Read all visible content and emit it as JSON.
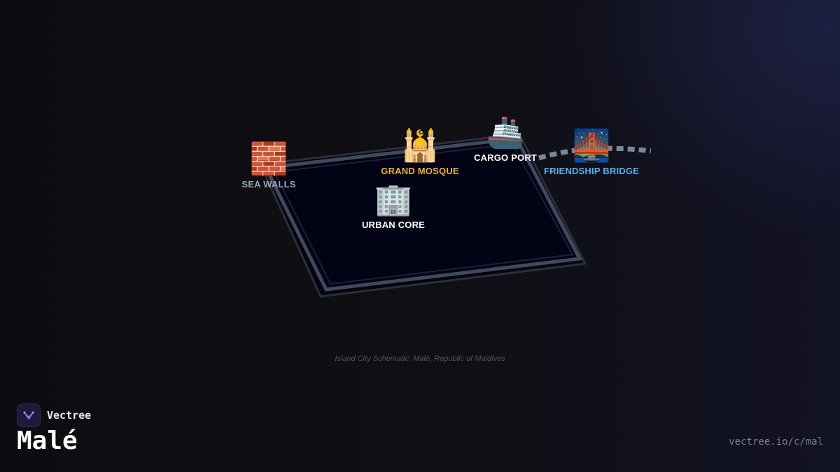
{
  "caption": "Island City Schematic: Malé, Republic of Maldives",
  "brand": {
    "name": "Vectree",
    "logo_icon": "vectree-logo-icon",
    "accent_color": "#a855f7"
  },
  "city_title": "Malé",
  "url": "vectree.io/c/mal",
  "markers": [
    {
      "id": "sea-walls",
      "label": "SEA WALLS",
      "icon": "🧱",
      "icon_name": "brick-wall-icon",
      "color": "#9aa3b5"
    },
    {
      "id": "grand-mosque",
      "label": "GRAND MOSQUE",
      "icon": "🕌",
      "icon_name": "mosque-icon",
      "color": "#f0b429"
    },
    {
      "id": "cargo-port",
      "label": "CARGO PORT",
      "icon": "🚢",
      "icon_name": "ship-icon",
      "color": "#ffffff"
    },
    {
      "id": "friendship-bridge",
      "label": "FRIENDSHIP BRIDGE",
      "icon": "🌉",
      "icon_name": "bridge-icon",
      "color": "#4fb4ec"
    },
    {
      "id": "urban-core",
      "label": "URBAN CORE",
      "icon": "🏢",
      "icon_name": "office-building-icon",
      "color": "#ffffff"
    }
  ],
  "colors": {
    "island_fill": "#020314",
    "island_border": "#3f4a5e",
    "bridge_dash": "#7e8797"
  }
}
